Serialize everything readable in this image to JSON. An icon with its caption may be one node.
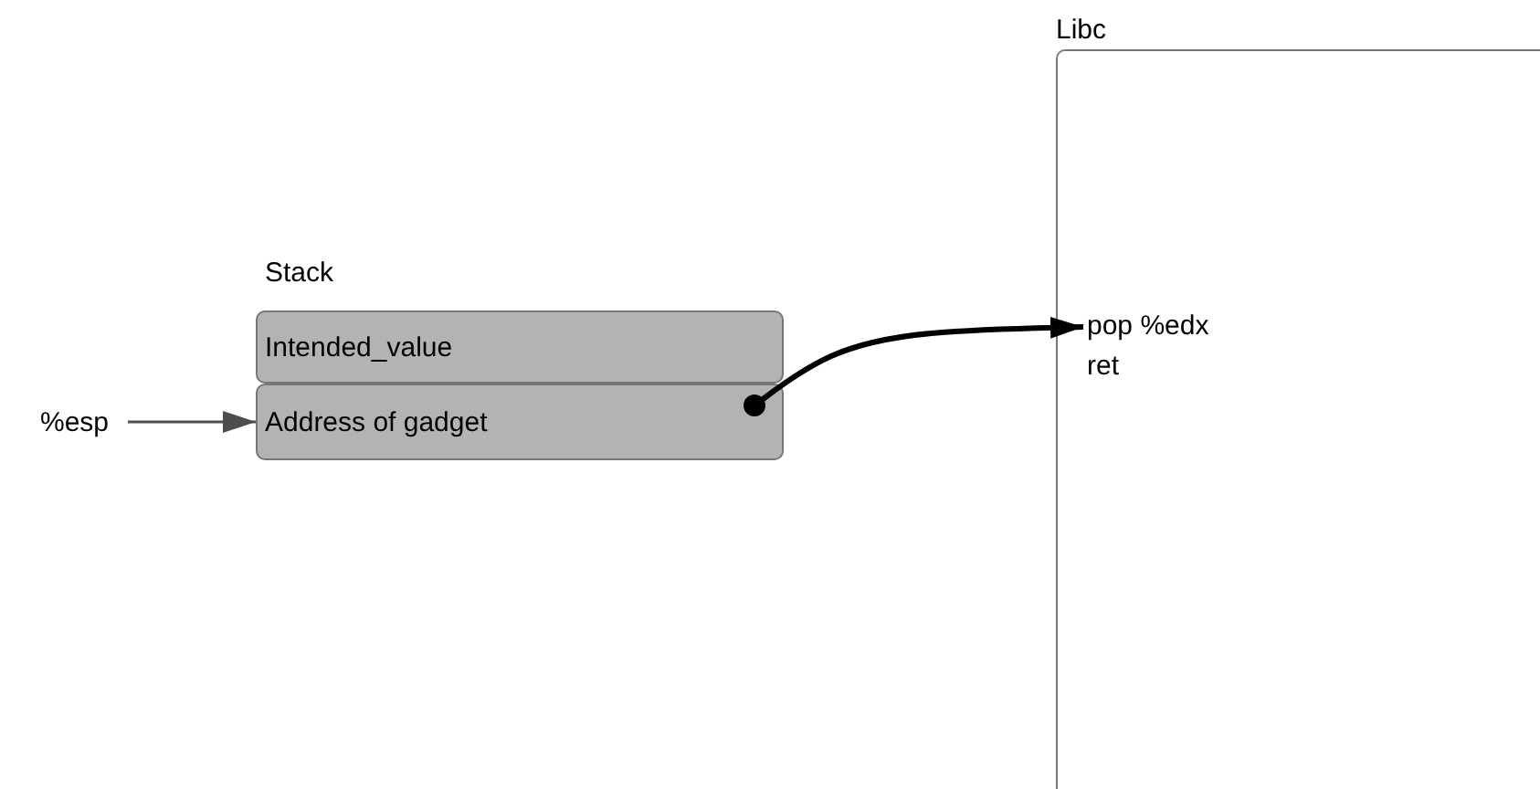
{
  "diagram": {
    "nodes": [
      {
        "text": [
          "%esp"
        ]
      },
      {
        "text": [
          "Intended_value"
        ]
      },
      {
        "text": [
          "Address of gadget"
        ]
      },
      {
        "text": [
          "Libc"
        ]
      },
      {
        "text": [
          "pop %edx ret"
        ],
        "in": 3
      }
    ],
    "edges": [
      {
        "from": 0,
        "to": 2,
        "arrow": "to",
        "color": "#4d4d4d"
      },
      {
        "from": 2,
        "to": 4,
        "arrow": "to",
        "style": "thick"
      }
    ],
    "labels": [
      "Stack"
    ]
  }
}
